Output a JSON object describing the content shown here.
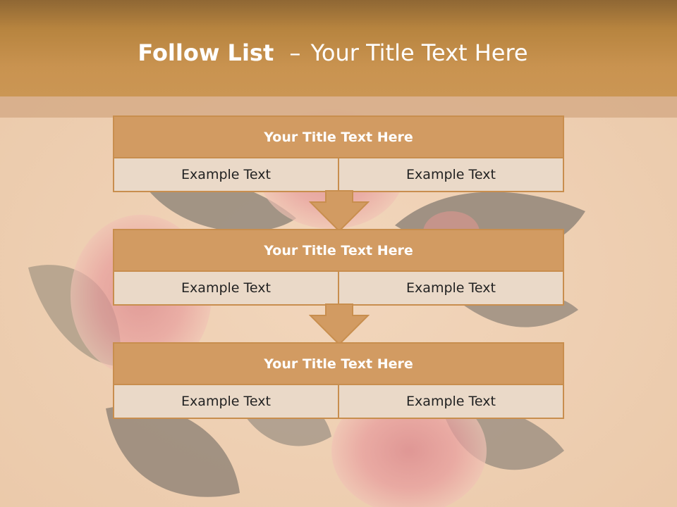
{
  "slide": {
    "title_bold": "Follow List",
    "title_sep": "–",
    "title_rest": "Your Title Text Here"
  },
  "blocks": [
    {
      "title": "Your Title Text Here",
      "left": "Example Text",
      "right": "Example Text"
    },
    {
      "title": "Your Title Text Here",
      "left": "Example Text",
      "right": "Example Text"
    },
    {
      "title": "Your Title Text Here",
      "left": "Example Text",
      "right": "Example Text"
    }
  ],
  "colors": {
    "header": "#c99350",
    "box_title": "#d29b62",
    "box_border": "#c88e4e",
    "box_cell": "#ead9c8"
  }
}
